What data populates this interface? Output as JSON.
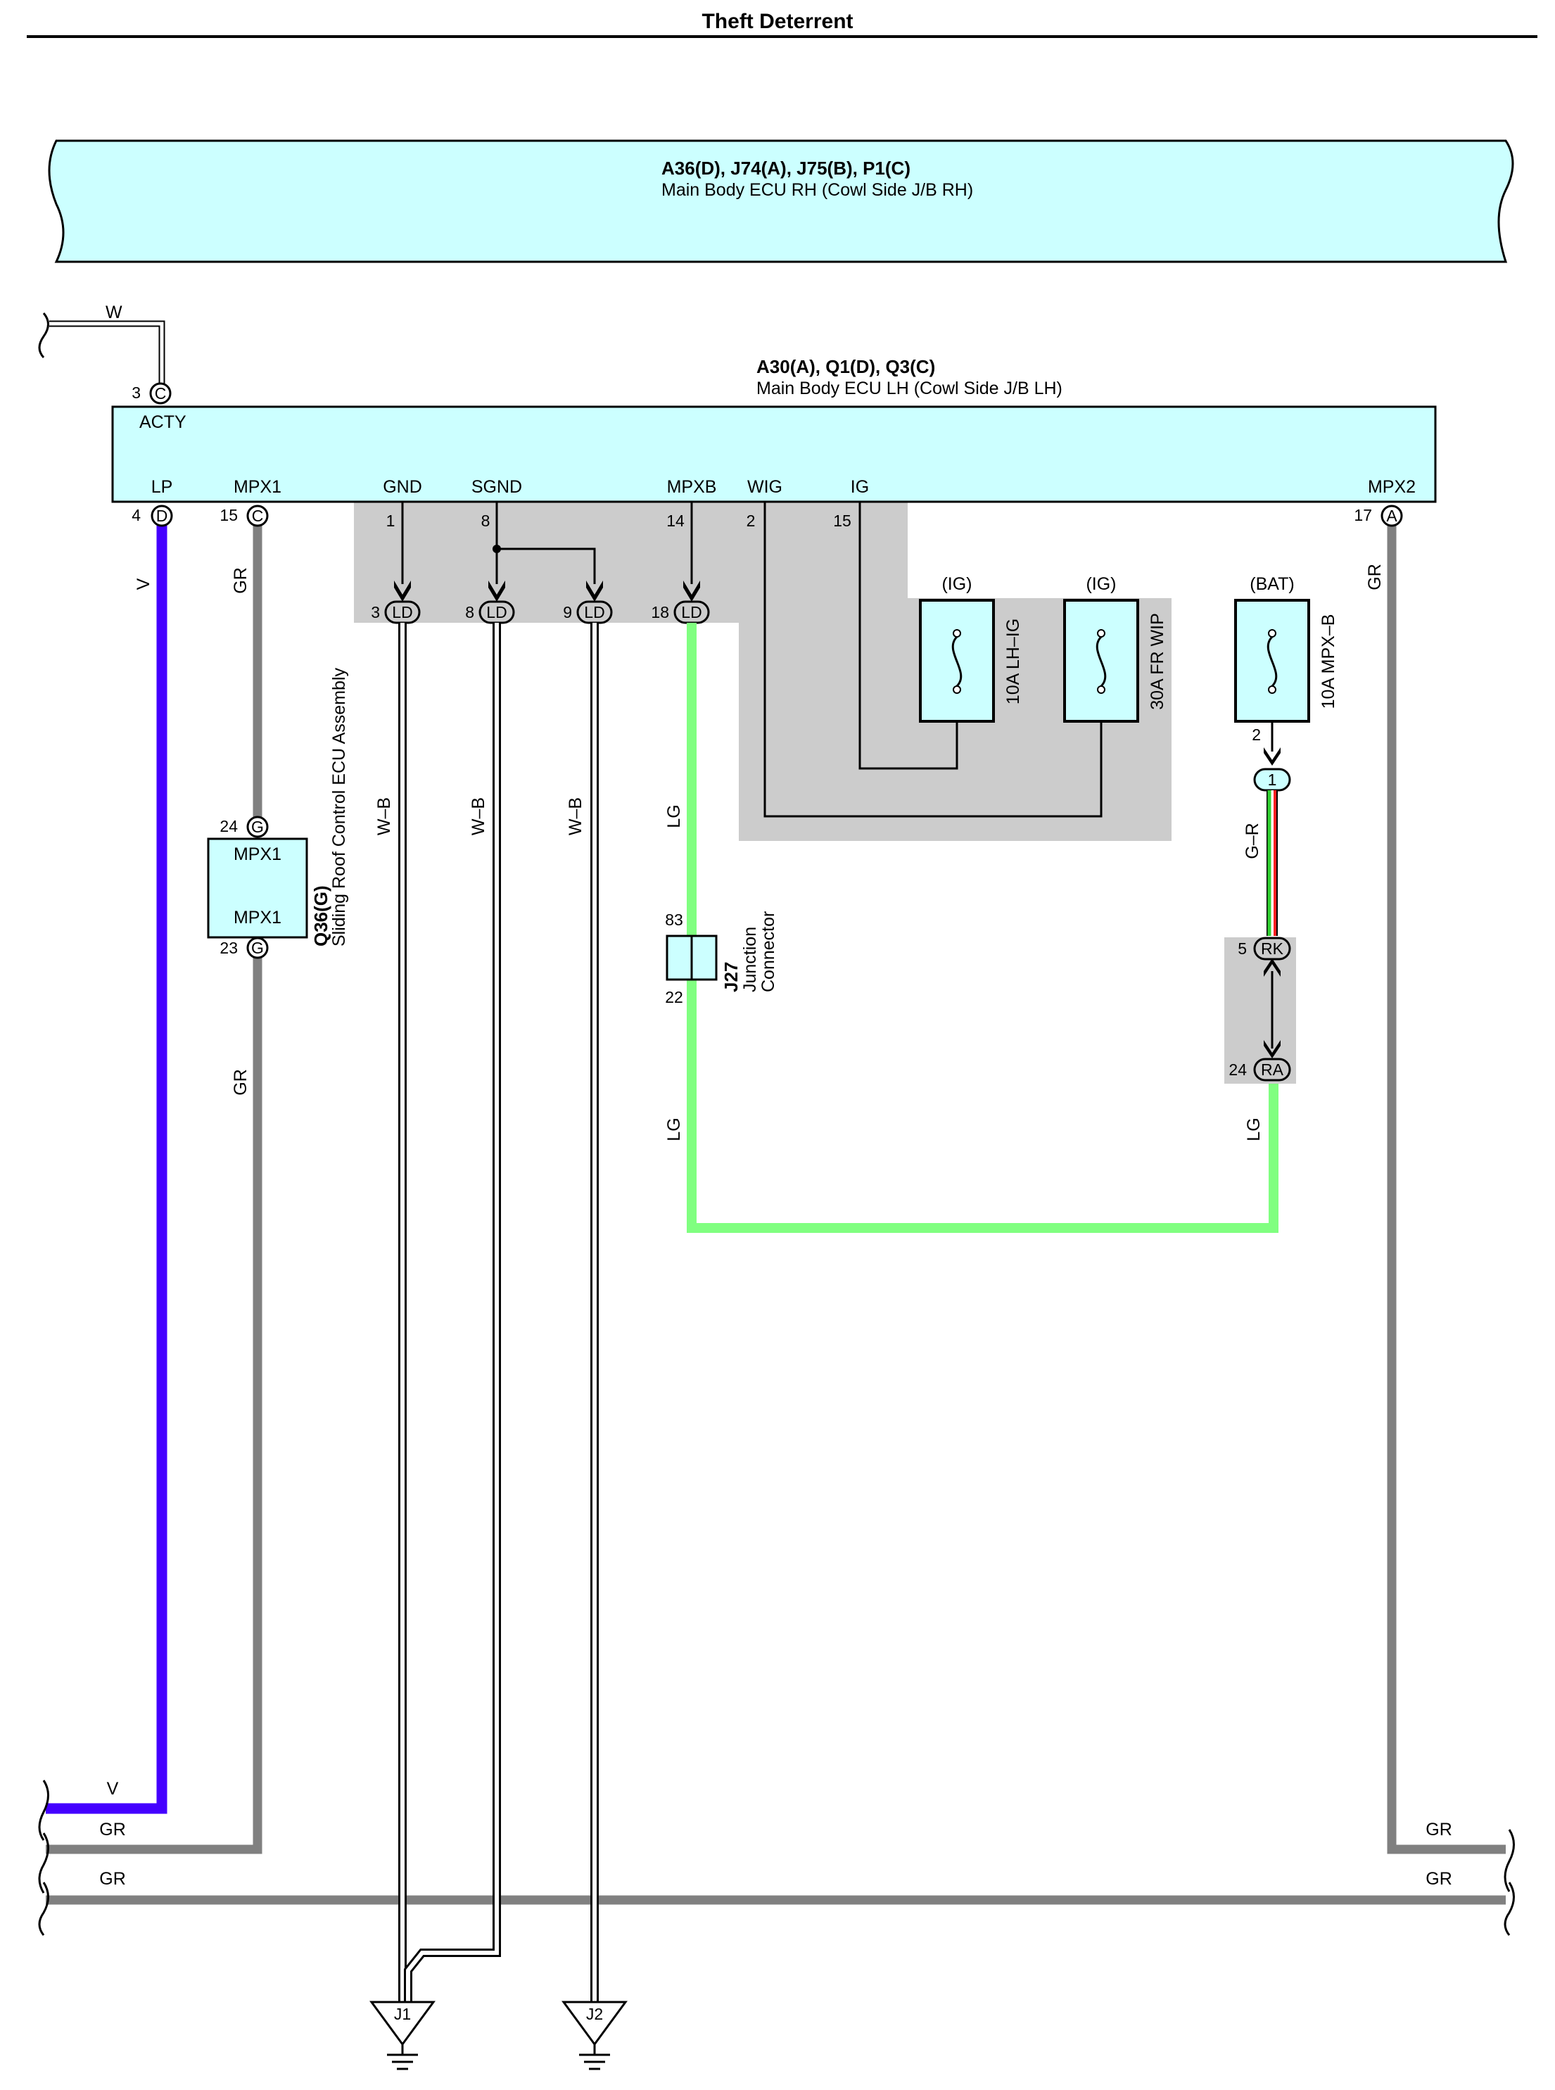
{
  "page_title": "Theft Deterrent",
  "colors": {
    "ecu_fill": "#ccffff",
    "junction_gray": "#cccccc",
    "wire_violet": "#4400ff",
    "wire_gray": "#808080",
    "wire_light_green": "#80ff80",
    "wire_red": "#ff2020"
  },
  "ecu_rh": {
    "part_codes": "A36(D), J74(A), J75(B), P1(C)",
    "name": "Main Body ECU RH (Cowl Side J/B RH)"
  },
  "ecu_lh": {
    "part_codes": "A30(A), Q1(D), Q3(C)",
    "name": "Main Body ECU LH (Cowl Side J/B LH)",
    "acty_label": "ACTY",
    "acty_pin": "3",
    "acty_conn": "C",
    "terminals": {
      "lp": {
        "label": "LP",
        "pin": "4",
        "conn": "D"
      },
      "mpx1": {
        "label": "MPX1",
        "pin": "15",
        "conn": "C"
      },
      "gnd": {
        "label": "GND",
        "pin": "1"
      },
      "sgnd": {
        "label": "SGND",
        "pin": "8"
      },
      "mpxb": {
        "label": "MPXB",
        "pin": "14"
      },
      "wig": {
        "label": "WIG",
        "pin": "2"
      },
      "ig": {
        "label": "IG",
        "pin": "15"
      },
      "mpx2": {
        "label": "MPX2",
        "pin": "17",
        "conn": "A"
      }
    }
  },
  "ld_connectors": [
    {
      "pin": "3",
      "code": "LD"
    },
    {
      "pin": "8",
      "code": "LD"
    },
    {
      "pin": "9",
      "code": "LD"
    },
    {
      "pin": "18",
      "code": "LD"
    }
  ],
  "fuses": [
    {
      "supply": "(IG)",
      "name": "10A LH–IG"
    },
    {
      "supply": "(IG)",
      "name": "30A FR WIP"
    },
    {
      "supply": "(BAT)",
      "name": "10A MPX–B"
    }
  ],
  "fuse_out": {
    "pin": "2",
    "conn": "1"
  },
  "sliding_roof": {
    "part_code": "Q36(G)",
    "name": "Sliding Roof Control ECU Assembly",
    "top_label": "MPX1",
    "bottom_label": "MPX1",
    "top_pin": "24",
    "bottom_pin": "23",
    "conn": "G"
  },
  "junction_j27": {
    "part_code": "J27",
    "name_line1": "Junction",
    "name_line2": "Connector",
    "top_pin": "83",
    "bottom_pin": "22"
  },
  "rk_ra": {
    "rk_pin": "5",
    "rk_code": "RK",
    "ra_pin": "24",
    "ra_code": "RA"
  },
  "wires": {
    "w": "W",
    "v": "V",
    "gr": "GR",
    "wb": "W–B",
    "lg": "LG",
    "gr2": "G–R"
  },
  "grounds": [
    "J1",
    "J2"
  ]
}
